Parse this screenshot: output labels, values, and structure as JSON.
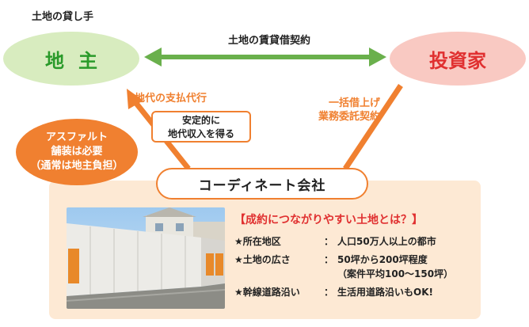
{
  "top": {
    "lender_caption": "土地の貸し手",
    "contract_label": "土地の賃貸借契約"
  },
  "nodes": {
    "landowner": "地主",
    "investor": "投資家",
    "company": "コーディネート会社"
  },
  "flows": {
    "rent_proxy": "地代の支払代行",
    "stable_income_lines": [
      "安定的に",
      "地代収入を得る"
    ],
    "sublease_lines": [
      "一括借上げ",
      "業務委託契約"
    ]
  },
  "callout": {
    "lines": [
      "アスファルト",
      "舗装は必要",
      "（通常は地主負担）"
    ]
  },
  "panel": {
    "heading": "【成約につながりやすい土地とは？】",
    "conditions": [
      {
        "label": "★所在地区",
        "colon": "：",
        "value": "人口50万人以上の都市"
      },
      {
        "label": "★土地の広さ",
        "colon": "：",
        "value": "50坪から200坪程度",
        "sub": "（案件平均100～150坪）"
      },
      {
        "label": "★幹線道路沿い",
        "colon": "：",
        "value": "生活用道路沿いもOK!"
      }
    ]
  },
  "colors": {
    "orange": "#f08030",
    "green": "#6ab04c",
    "red": "#e03030",
    "panel_bg": "#fde9d4"
  }
}
